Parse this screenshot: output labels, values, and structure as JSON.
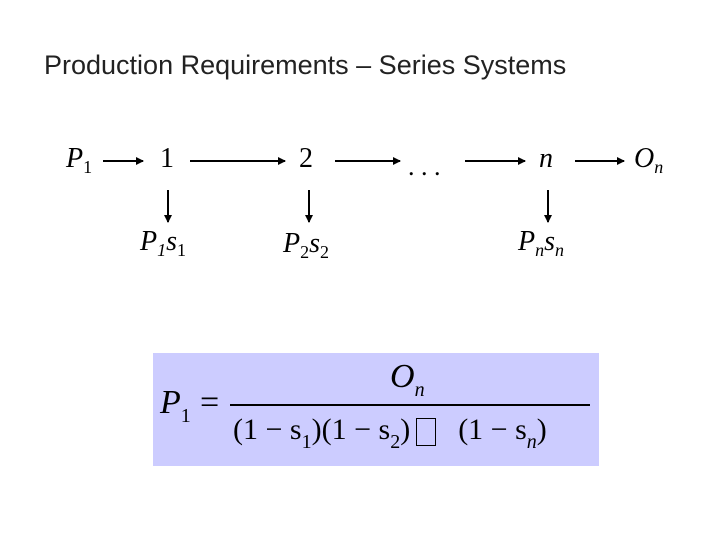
{
  "title": "Production Requirements – Series Systems",
  "input": {
    "var": "P",
    "sub": "1"
  },
  "stations": [
    {
      "label": "1"
    },
    {
      "label": "2"
    },
    {
      "label": ". . ."
    },
    {
      "label": "n"
    }
  ],
  "output": {
    "var": "O",
    "sub": "n"
  },
  "scrap": [
    {
      "var": "P",
      "varsub": "1",
      "s": "s",
      "ssub": "1"
    },
    {
      "var": "P",
      "varsub": "2",
      "s": "s",
      "ssub": "2"
    },
    {
      "var": "P",
      "varsub": "n",
      "s": "s",
      "ssub": "n"
    }
  ],
  "formula": {
    "lhs_var": "P",
    "lhs_sub": "1",
    "equals": "=",
    "numerator_var": "O",
    "numerator_sub": "n",
    "denominator": {
      "t1_open": "(1 − s",
      "t1_sub": "1",
      "t1_close": ")",
      "t2_open": "(1 − s",
      "t2_sub": "2",
      "t2_close": ")",
      "gap_glyph": "",
      "tn_open": "(1 − s",
      "tn_sub": "n",
      "tn_close": ")"
    },
    "background": "#ccccff"
  }
}
